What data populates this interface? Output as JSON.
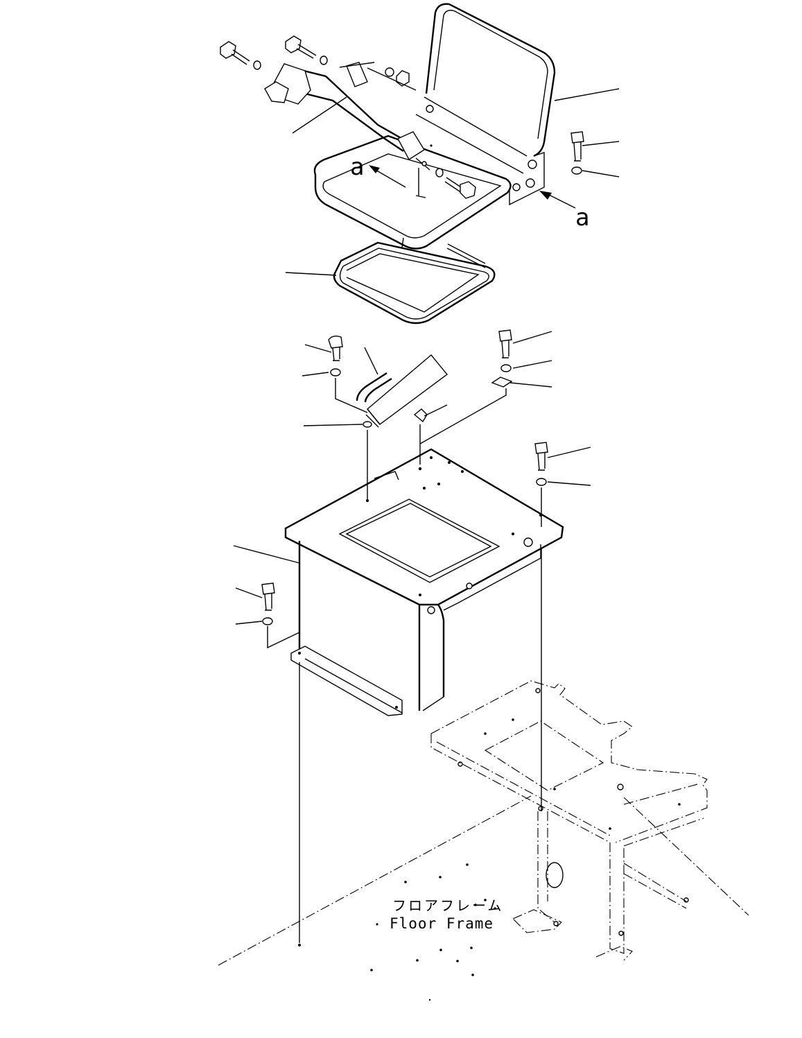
{
  "view_markers": {
    "upper_left": "a",
    "upper_right": "a"
  },
  "floor_frame": {
    "label_jp": "フロアフレーム",
    "label_en": "Floor Frame"
  },
  "colors": {
    "line": "#000000",
    "background": "#ffffff"
  }
}
